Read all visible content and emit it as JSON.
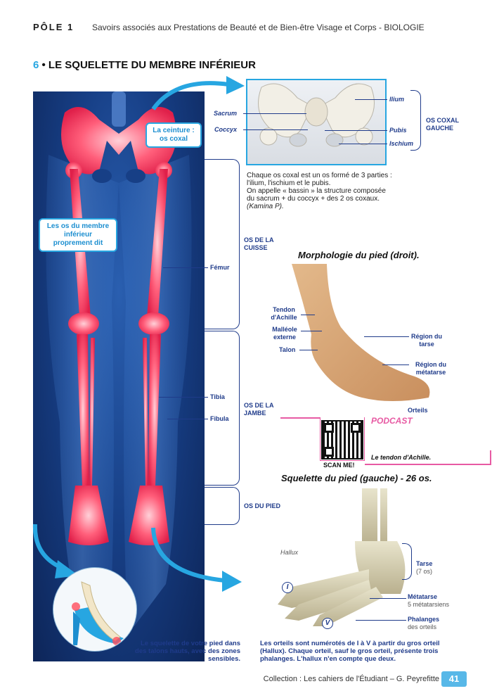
{
  "header": {
    "pole": "PÔLE 1",
    "subtitle": "Savoirs associés aux Prestations de Beauté et de Bien-être Visage et Corps - BIOLOGIE"
  },
  "section": {
    "number": "6",
    "title": "• LE SQUELETTE DU MEMBRE INFÉRIEUR"
  },
  "leg_panel": {
    "callout_ceinture": "La ceinture : os coxal",
    "callout_os": "Les os du membre inférieur proprement dit",
    "femur": "Fémur",
    "tibia": "Tibia",
    "fibula": "Fibula"
  },
  "brackets": {
    "cuisse": "OS DE LA CUISSE",
    "jambe": "OS DE LA JAMBE",
    "pied": "OS DU PIED"
  },
  "pelvis": {
    "sacrum": "Sacrum",
    "coccyx": "Coccyx",
    "ilium": "Ilium",
    "pubis": "Pubis",
    "ischium": "Ischium",
    "os_coxal_gauche": "OS COXAL GAUCHE",
    "text_1": "Chaque os coxal est un os formé de 3 parties :",
    "text_2": "l'ilium, l'ischium et le pubis.",
    "text_3": "On appelle « bassin » la structure composée",
    "text_4": "du sacrum + du coccyx + des 2 os coxaux.",
    "credit": "(Kamina P)."
  },
  "morpho": {
    "title": "Morphologie du pied (droit).",
    "tendon": "Tendon d'Achille",
    "malleole": "Malléole externe",
    "talon": "Talon",
    "tarse": "Région du tarse",
    "metatarse": "Région du métatarse",
    "orteils": "Orteils"
  },
  "podcast": {
    "label": "PODCAST",
    "scan": "SCAN ME!",
    "topic": "Le tendon d'Achille."
  },
  "squelette": {
    "title": "Squelette du pied (gauche) - 26 os.",
    "hallux": "Hallux",
    "roman_one": "I",
    "roman_five": "V",
    "tarse": "Tarse",
    "tarse_count": "(7 os)",
    "metatarse": "Métatarse",
    "metatarse_count": "5 métatarsiens",
    "phalanges": "Phalanges",
    "phalanges_sub": "des orteils"
  },
  "captions": {
    "talons": "Le squelette de votre pied dans des talons hauts, avec des zones sensibles.",
    "orteils": "Les orteils sont numérotés de I à V à partir du gros orteil (Hallux). Chaque orteil, sauf le gros orteil, présente trois phalanges. L'hallux n'en compte que deux."
  },
  "footer": {
    "collection": "Collection : Les cahiers de l'Étudiant – G. Peyrefitte",
    "page": "41"
  },
  "colors": {
    "accent_blue": "#27a6e1",
    "label_navy": "#1f3b8a",
    "podcast_pink": "#e75aa3",
    "bone_red": "#ff3b5c"
  }
}
